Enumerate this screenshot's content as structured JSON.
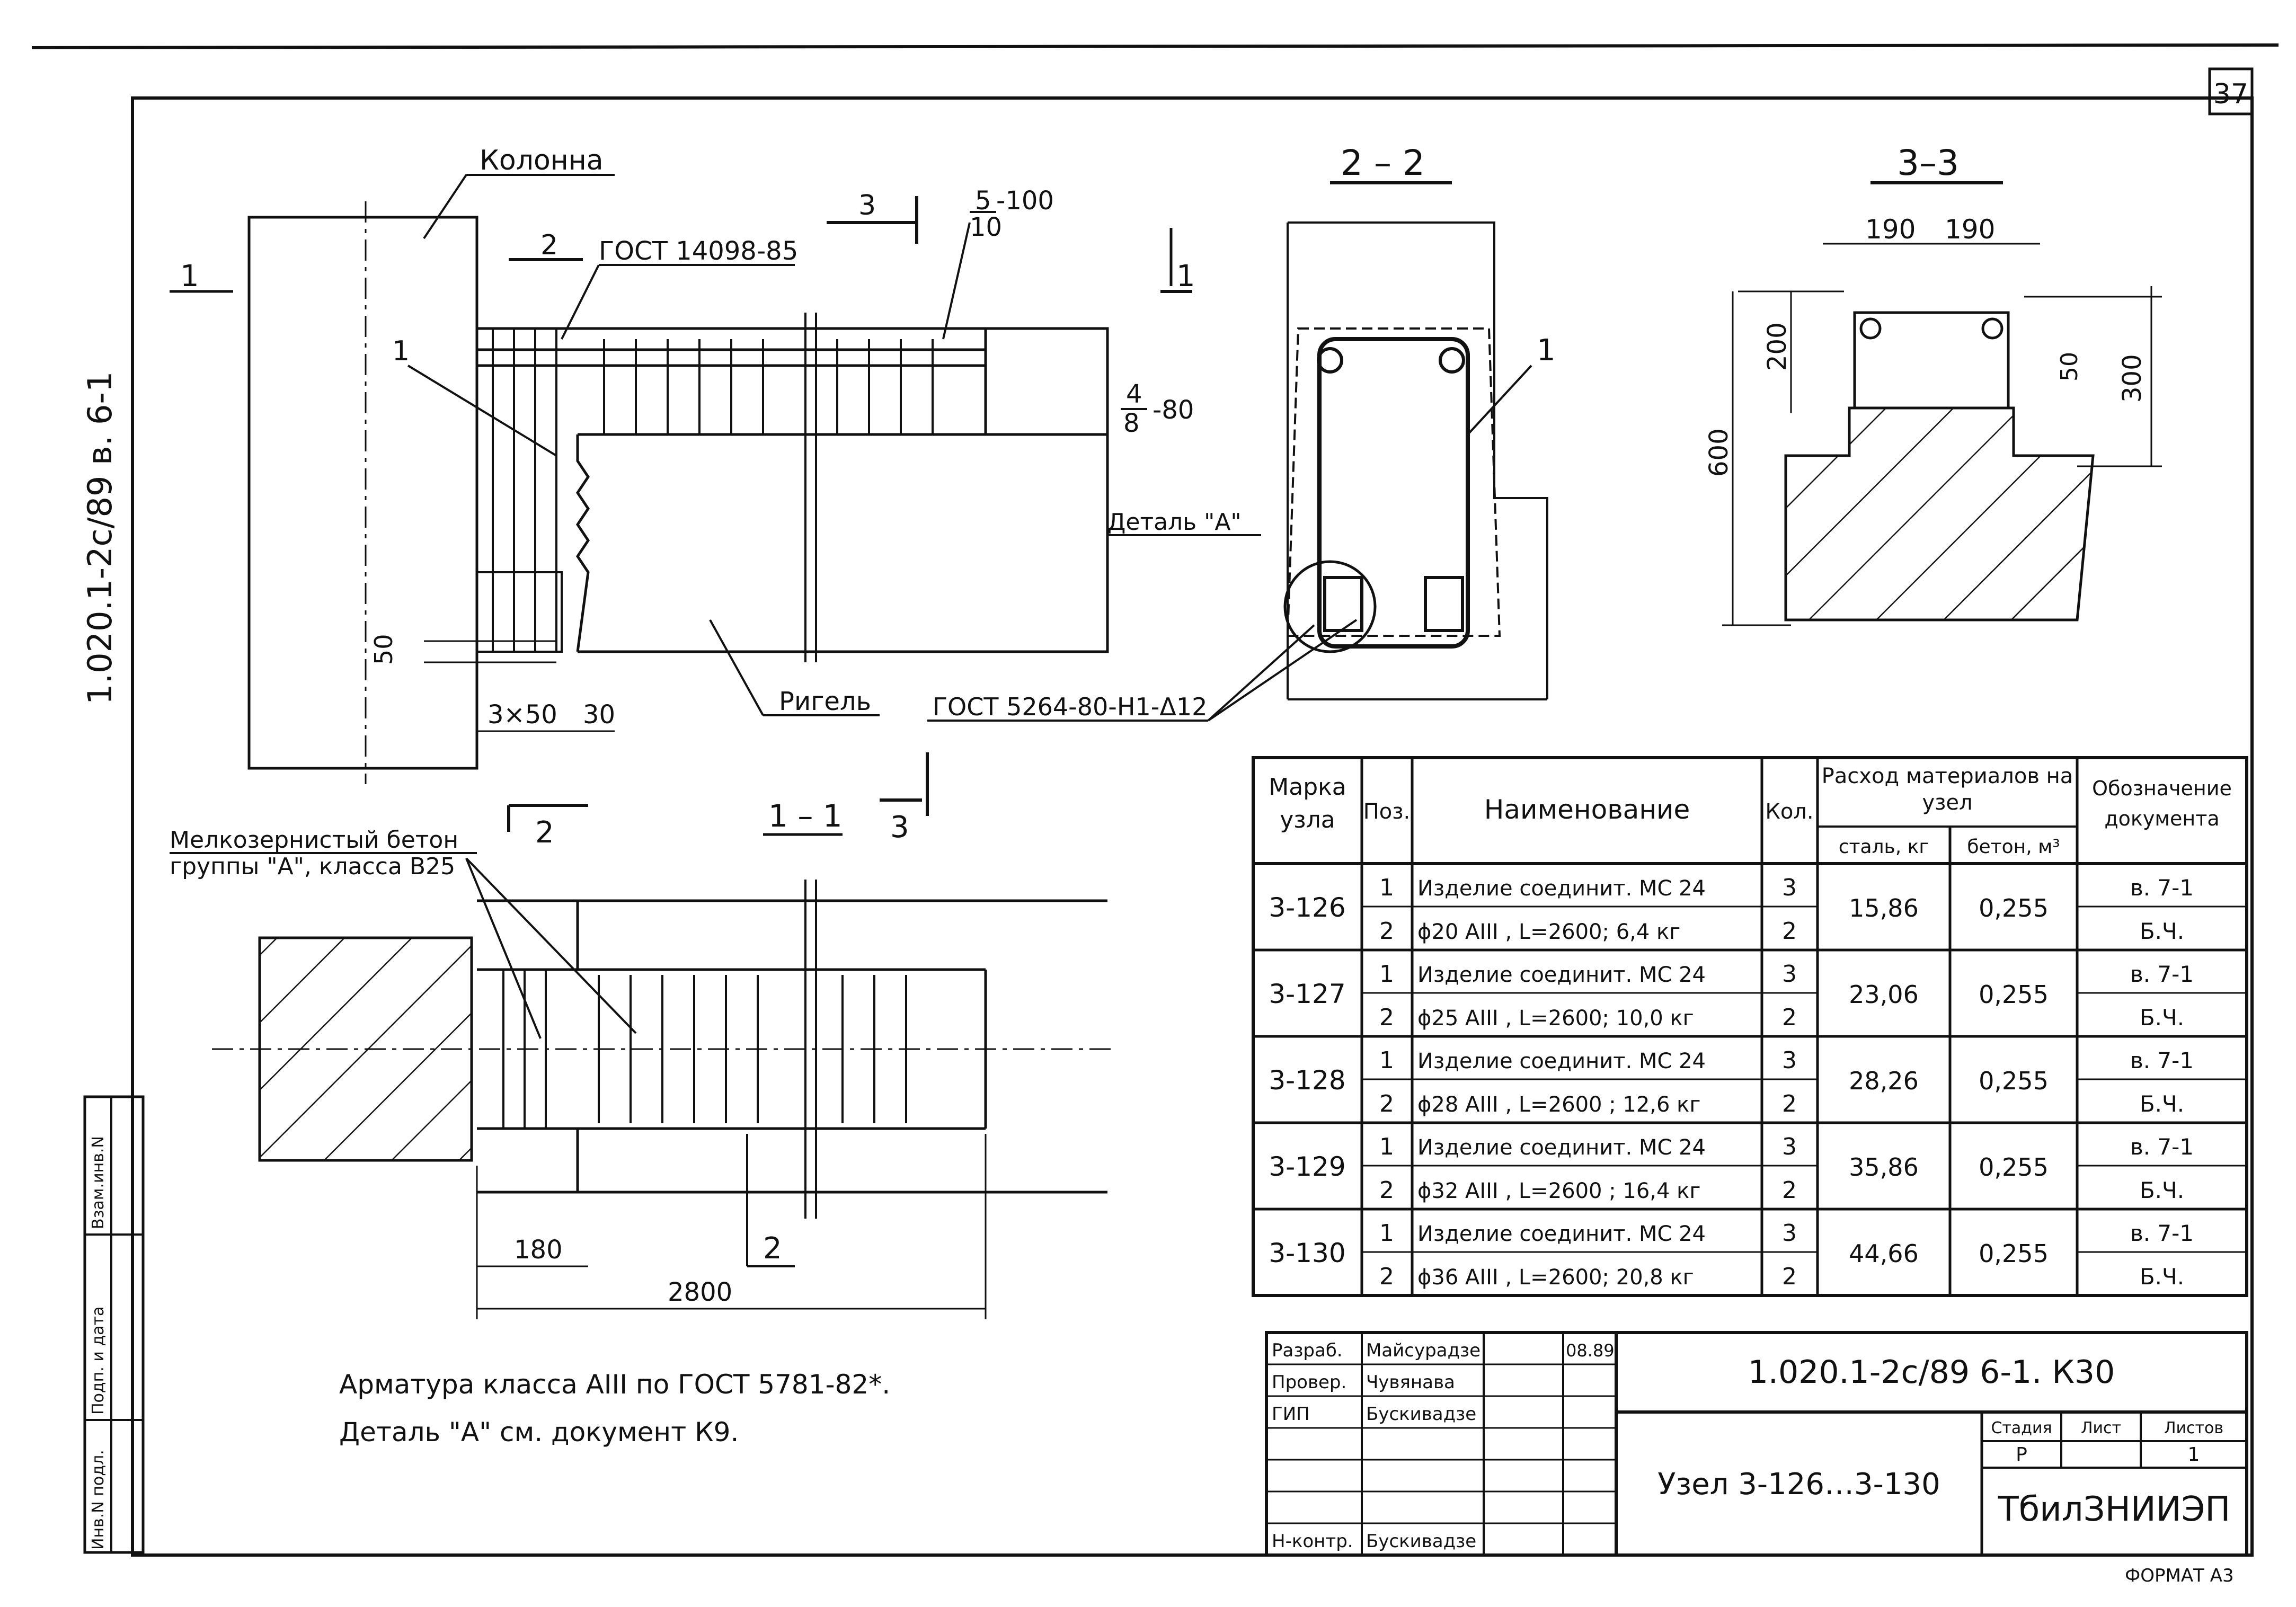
{
  "sheet": {
    "page_number": "37",
    "margin_code": "1.020.1-2с/89  в. 6-1",
    "format": "ФОРМАТ А3"
  },
  "stamp_side": [
    "Взам.инв.N",
    "Подп. и дата",
    "Инв.N подл."
  ],
  "elevation": {
    "column_label": "Колонна",
    "beam_label": "Ригель",
    "gost_weld": "ГОСТ 14098-85",
    "gost_mesh": "ГОСТ 5264-80-Н1-Δ12",
    "weld_top_num": "5",
    "weld_top_den": "10",
    "weld_top_len": "-100",
    "weld_mid_num": "4",
    "weld_mid_den": "8",
    "weld_mid_len": "-80",
    "detail_label": "Деталь \"А\"",
    "dim_50": "50",
    "dim_3x50": "3×50",
    "dim_30": "30",
    "pos_1": "1",
    "cut_2": "2",
    "cut_3": "3",
    "cut_1": "1"
  },
  "plan": {
    "title": "1 – 1",
    "concrete_note_line1": "Мелкозернистый бетон",
    "concrete_note_line2": "группы \"А\", класса В25",
    "dim_180": "180",
    "dim_2800": "2800",
    "pos_2": "2",
    "cut_2": "2",
    "cut_3": "3"
  },
  "section_22": {
    "title": "2 – 2",
    "pos_1": "1"
  },
  "section_33": {
    "title": "3–3",
    "dim_190a": "190",
    "dim_190b": "190",
    "dim_200": "200",
    "dim_600": "600",
    "dim_50": "50",
    "dim_300": "300"
  },
  "table": {
    "headers": {
      "mark": "Марка узла",
      "pos": "Поз.",
      "name": "Наименование",
      "qty": "Кол.",
      "consumption": "Расход материалов на узел",
      "steel": "сталь, кг",
      "concrete": "бетон, м³",
      "doc": "Обозначение документа"
    },
    "rows": [
      {
        "mark": "3-126",
        "items": [
          {
            "pos": "1",
            "name": "Изделие соединит. МС 24",
            "qty": "3",
            "doc": "в. 7-1"
          },
          {
            "pos": "2",
            "name": "ϕ20 АIII , L=2600;  6,4 кг",
            "qty": "2",
            "doc": "Б.Ч."
          }
        ],
        "steel": "15,86",
        "concrete": "0,255"
      },
      {
        "mark": "3-127",
        "items": [
          {
            "pos": "1",
            "name": "Изделие соединит. МС 24",
            "qty": "3",
            "doc": "в. 7-1"
          },
          {
            "pos": "2",
            "name": "ϕ25 АIII , L=2600;  10,0 кг",
            "qty": "2",
            "doc": "Б.Ч."
          }
        ],
        "steel": "23,06",
        "concrete": "0,255"
      },
      {
        "mark": "3-128",
        "items": [
          {
            "pos": "1",
            "name": "Изделие соединит. МС 24",
            "qty": "3",
            "doc": "в. 7-1"
          },
          {
            "pos": "2",
            "name": "ϕ28 АIII , L=2600 ; 12,6 кг",
            "qty": "2",
            "doc": "Б.Ч."
          }
        ],
        "steel": "28,26",
        "concrete": "0,255"
      },
      {
        "mark": "3-129",
        "items": [
          {
            "pos": "1",
            "name": "Изделие соединит. МС 24",
            "qty": "3",
            "doc": "в. 7-1"
          },
          {
            "pos": "2",
            "name": "ϕ32 АIII , L=2600 ; 16,4 кг",
            "qty": "2",
            "doc": "Б.Ч."
          }
        ],
        "steel": "35,86",
        "concrete": "0,255"
      },
      {
        "mark": "3-130",
        "items": [
          {
            "pos": "1",
            "name": "Изделие соединит. МС 24",
            "qty": "3",
            "doc": "в. 7-1"
          },
          {
            "pos": "2",
            "name": "ϕ36 АIII , L=2600; 20,8 кг",
            "qty": "2",
            "doc": "Б.Ч."
          }
        ],
        "steel": "44,66",
        "concrete": "0,255"
      }
    ]
  },
  "notes": [
    "Арматура класса АIII по ГОСТ 5781-82*.",
    "Деталь \"А\" см. документ К9."
  ],
  "title_block": {
    "roles": [
      "Разраб.",
      "Провер.",
      "ГИП",
      "",
      "",
      "",
      "Н-контр."
    ],
    "names": [
      "Майсурадзе",
      "Чувянава",
      "Бускивадзе",
      "",
      "",
      "",
      "Бускивадзе"
    ],
    "date": "08.89",
    "designation": "1.020.1-2с/89  6-1. К30",
    "title": "Узел 3-126…3-130",
    "stage_label": "Стадия",
    "sheet_label": "Лист",
    "sheets_label": "Листов",
    "stage": "Р",
    "sheets": "1",
    "org": "ТбилЗНИИЭП"
  }
}
